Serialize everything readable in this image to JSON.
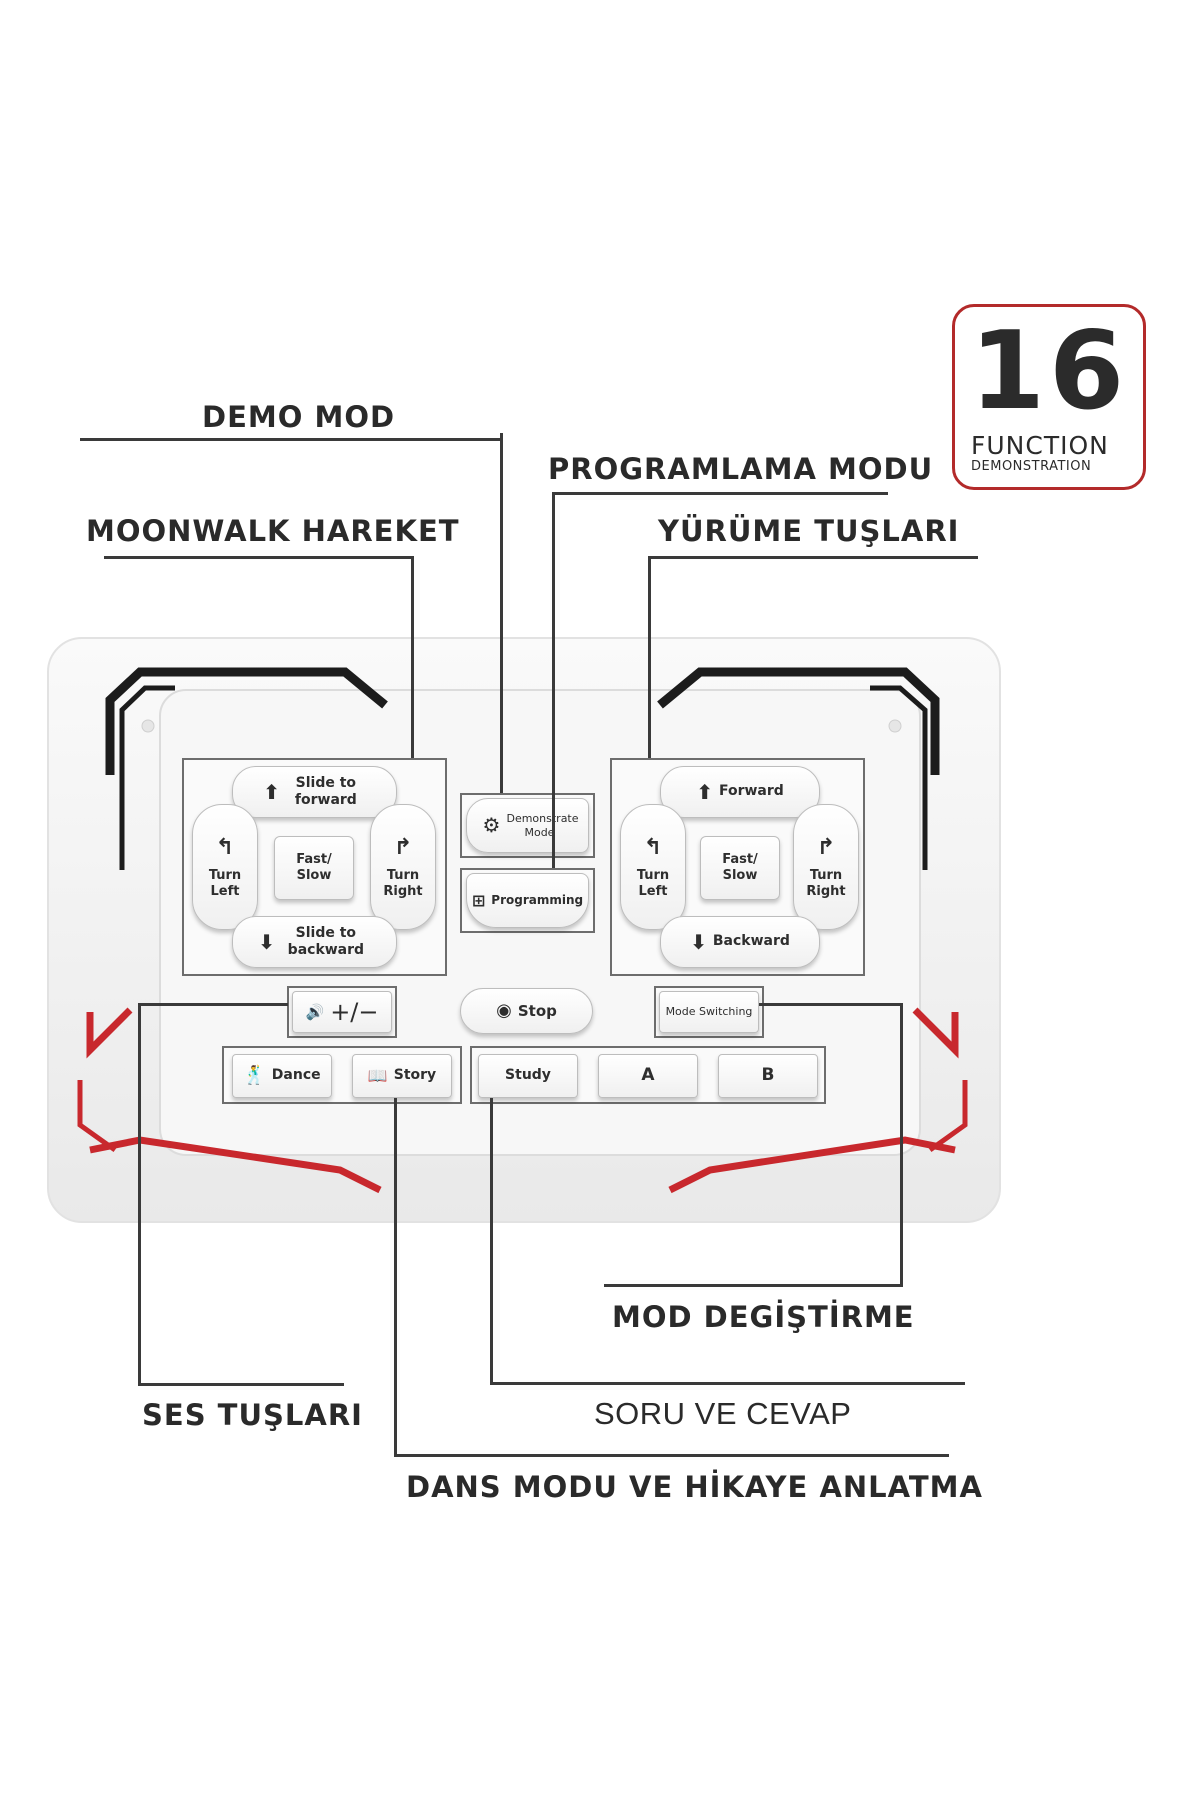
{
  "badge": {
    "number": "16",
    "line1": "FUNCTION",
    "line2": "DEMONSTRATION"
  },
  "callouts": {
    "demo_mod": "DEMO MOD",
    "programlama_modu": "PROGRAMLAMA MODU",
    "moonwalk_hareket": "MOONWALK HAREKET",
    "yurume_tuslari": "YÜRÜME TUŞLARI",
    "mod_degistirme": "MOD DEGİŞTİRME",
    "ses_tuslari": "SES TUŞLARI",
    "soru_ve_cevap": "SORU VE CEVAP",
    "dans_modu": "DANS MODU VE HİKAYE ANLATMA"
  },
  "left_pad": {
    "slide_forward": "Slide to forward",
    "turn_left": "Turn Left",
    "fast_slow": "Fast/ Slow",
    "turn_right": "Turn Right",
    "slide_backward": "Slide to backward"
  },
  "center": {
    "demonstrate_mode": "Demonstrate Mode",
    "programming": "Programming",
    "stop": "Stop"
  },
  "right_pad": {
    "forward": "Forward",
    "turn_left": "Turn Left",
    "fast_slow": "Fast/ Slow",
    "turn_right": "Turn Right",
    "backward": "Backward"
  },
  "bottom": {
    "volume": "+/−",
    "mode_switching": "Mode Switching",
    "dance": "Dance",
    "story": "Story",
    "study": "Study",
    "a": "A",
    "b": "B"
  },
  "colors": {
    "accent_red": "#c8282d",
    "trim_black": "#1c1c1c",
    "device_body": "#f4f4f4"
  },
  "icons": {
    "arrow_up": "arrow-up-icon",
    "arrow_down": "arrow-down-icon",
    "turn_left": "turn-left-arrow-icon",
    "turn_right": "turn-right-arrow-icon",
    "speaker": "speaker-icon",
    "stop": "stop-circle-icon",
    "dance": "dancer-icon",
    "story": "book-icon",
    "demo": "wheel-icon",
    "windows": "windows-logo-icon"
  }
}
